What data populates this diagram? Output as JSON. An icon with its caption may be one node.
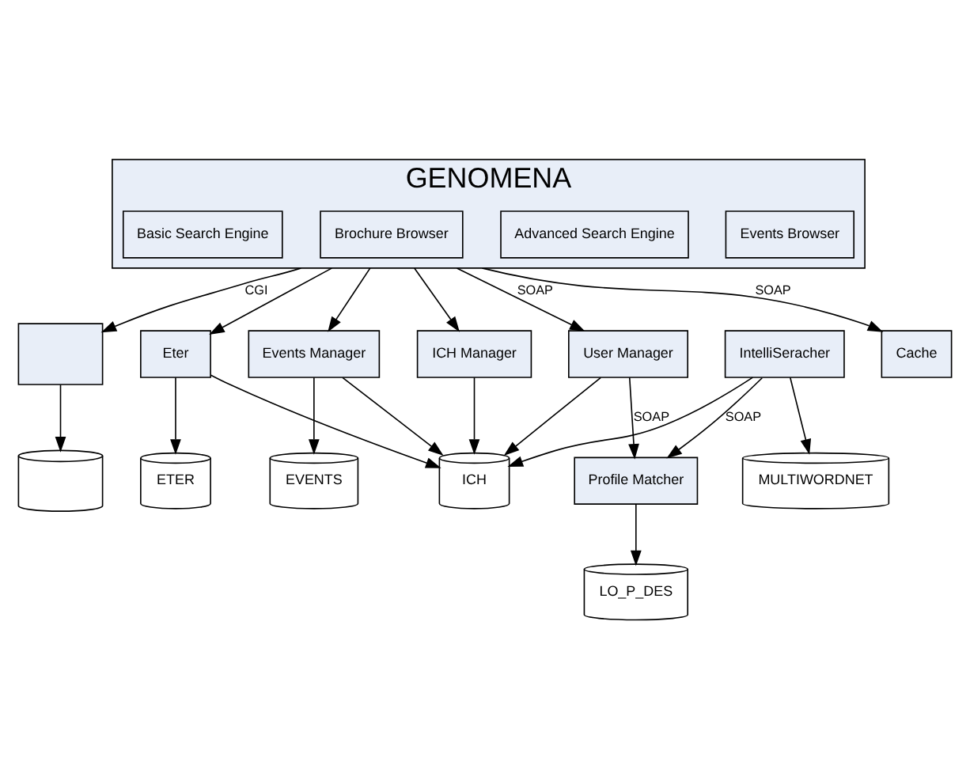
{
  "diagram": {
    "nodes": [
      {
        "text": [
          "GENOMENA"
        ]
      },
      {
        "text": [
          "Events Browser"
        ],
        "in": 0
      },
      {
        "text": [
          "Advanced Search Engine"
        ],
        "in": 0
      },
      {
        "text": [
          "Brochure Browser"
        ],
        "in": 0
      },
      {
        "text": [
          "Basic Search Engine"
        ],
        "in": 0
      },
      {
        "text": [],
        "shape": "box"
      },
      {
        "text": [
          "Events Manager"
        ]
      },
      {
        "text": [
          "ICH Manager"
        ]
      },
      {
        "text": [
          "Eter"
        ]
      },
      {
        "text": [],
        "shape": "cylinder"
      },
      {
        "text": [
          "EVENTS"
        ]
      },
      {
        "text": [
          "ETER"
        ]
      },
      {
        "text": [
          "User Manager"
        ]
      },
      {
        "text": [
          "ICH"
        ]
      },
      {
        "text": [
          "Cache"
        ]
      },
      {
        "text": [
          "IntelliSeracher"
        ]
      },
      {
        "text": [
          "Profile Matcher"
        ]
      },
      {
        "text": [
          "LO_P_DES"
        ]
      },
      {
        "text": [
          "MULTIWORDNET"
        ]
      }
    ],
    "edges": [
      {
        "from": 0,
        "to": 12,
        "arrow": "to",
        "label": "SOAP"
      },
      {
        "from": 0,
        "to": 5,
        "arrow": "to",
        "label": "CGI"
      },
      {
        "from": 0,
        "to": 6,
        "arrow": "to"
      },
      {
        "from": 0,
        "to": 7,
        "arrow": "to"
      },
      {
        "from": 0,
        "to": 8,
        "arrow": "to"
      },
      {
        "from": 0,
        "to": 14,
        "arrow": "to",
        "label": "SOAP"
      },
      {
        "from": 5,
        "to": 9,
        "arrow": "to"
      },
      {
        "from": 6,
        "to": 10,
        "arrow": "to"
      },
      {
        "from": 6,
        "to": 13,
        "arrow": "to"
      },
      {
        "from": 7,
        "to": 13,
        "arrow": "to"
      },
      {
        "from": 8,
        "to": 13,
        "arrow": "to"
      },
      {
        "from": 8,
        "to": 11,
        "arrow": "to"
      },
      {
        "from": 12,
        "to": 13,
        "arrow": "to"
      },
      {
        "from": 12,
        "to": 16,
        "arrow": "to",
        "label": "SOAP"
      },
      {
        "from": 15,
        "to": 13,
        "arrow": "to"
      },
      {
        "from": 15,
        "to": 16,
        "arrow": "to",
        "label": "SOAP"
      },
      {
        "from": 15,
        "to": 18,
        "arrow": "to"
      },
      {
        "from": 16,
        "to": 17,
        "arrow": "to"
      }
    ]
  }
}
